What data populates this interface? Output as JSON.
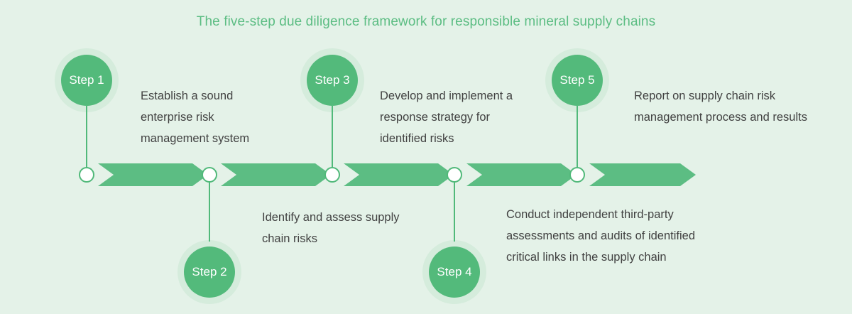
{
  "diagram": {
    "title": "The five-step due diligence framework for responsible mineral supply chains",
    "colors": {
      "background": "#e4f2e8",
      "accent_green": "#5cbd83",
      "bubble_green": "#53ba7b",
      "halo_green": "#d5ecdc",
      "node_stroke": "#51b97a",
      "text_dark": "#414141",
      "bubble_text": "#ffffff"
    },
    "steps": [
      {
        "label": "Step 1",
        "description": "Establish a sound enterprise risk management system",
        "position": "above"
      },
      {
        "label": "Step 2",
        "description": "Identify and assess supply chain risks",
        "position": "below"
      },
      {
        "label": "Step 3",
        "description": "Develop and implement a response strategy for identified risks",
        "position": "above"
      },
      {
        "label": "Step 4",
        "description": "Conduct independent third-party assessments and audits of identified critical links in the supply chain",
        "position": "below"
      },
      {
        "label": "Step 5",
        "description": "Report on supply chain risk management process and results",
        "position": "above"
      }
    ]
  }
}
